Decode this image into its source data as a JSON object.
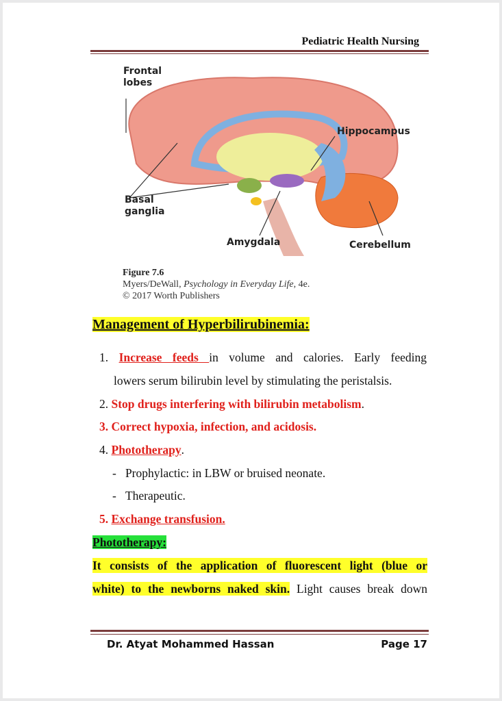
{
  "header": {
    "title": "Pediatric Health Nursing"
  },
  "figure": {
    "labels": {
      "frontal": "Frontal lobes",
      "hippocampus": "Hippocampus",
      "basal": "Basal ganglia",
      "amygdala": "Amygdala",
      "cerebellum": "Cerebellum"
    },
    "caption_title": "Figure 7.6",
    "caption_source_prefix": "Myers/DeWall, ",
    "caption_book": "Psychology in Everyday Life",
    "caption_edition": ", 4e.",
    "caption_copyright": "© 2017 Worth Publishers"
  },
  "heading": "Management of Hyperbilirubinemia:",
  "items": [
    {
      "num": "1.",
      "bold": "Increase feeds ",
      "rest_line1": "in volume and calories. Early feeding",
      "rest_line2": "lowers serum bilirubin level by stimulating the peristalsis."
    },
    {
      "num": "2.",
      "bold": "Stop drugs interfering with bilirubin metabolism",
      "rest": "."
    },
    {
      "num": "3.",
      "bold": "Correct hypoxia, infection, and acidosis."
    },
    {
      "num": "4.",
      "bold": "Phototherapy",
      "rest": ".",
      "subs": [
        "Prophylactic: in LBW or bruised neonate.",
        "Therapeutic."
      ]
    },
    {
      "num": "5.",
      "bold": "Exchange transfusion."
    }
  ],
  "section2": {
    "heading": "Phototherapy:",
    "line1": "It consists of the application of fluorescent light (blue or",
    "line2_hl": "white) to the newborns naked skin.",
    "line2_rest": " Light causes break down"
  },
  "footer": {
    "author": "Dr. Atyat Mohammed Hassan",
    "page": "Page 17"
  }
}
